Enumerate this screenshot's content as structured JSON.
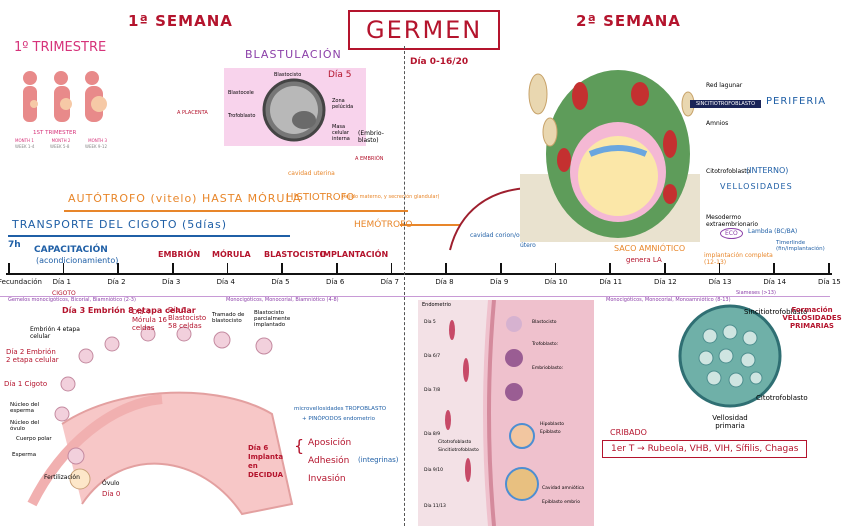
{
  "title": "GERMEN",
  "subtitle": "Día 0-16/20",
  "week1": "1ª SEMANA",
  "week2": "2ª SEMANA",
  "trimester": "1º TRIMESTRE",
  "trimester_card": {
    "title": "1ST TRIMESTER",
    "months": [
      "MONTH 1",
      "MONTH 2",
      "MONTH 3"
    ],
    "weeks": [
      "WEEK 1-4",
      "WEEK 5-8",
      "WEEK 9-12"
    ]
  },
  "blastulation": {
    "title": "BLASTULACIÓN",
    "day": "Día 5",
    "labels": [
      "Blastocisto",
      "Blastocele",
      "Trofoblasto",
      "Zona pelúcida",
      "Masa celular interna"
    ],
    "embrio": "(Embrio-blasto)",
    "to_placenta": "A PLACENTA",
    "to_embryo": "A EMBRIÓN"
  },
  "nutrition": {
    "autotrofo": "AUTÓTROFO (vitelo) HASTA MÓRULA",
    "histiotrofo": "HISTIOTROFO",
    "histiotrofo_note": "(tejido materno, y secreción glandular)",
    "cavidad": "cavidad uterina",
    "hemotrofo": "HEMÓTROFO"
  },
  "transport": {
    "label": "TRANSPORTE DEL CIGOTO (5días)"
  },
  "capacitation": {
    "hours": "7h",
    "label": "CAPACITACIÓN",
    "sub": "(acondicionamiento)"
  },
  "stages": {
    "embrion": "EMBRIÓN",
    "morula": "MÓRULA",
    "blastocisto": "BLASTOCISTO",
    "implantacion": "IMPLANTACIÓN"
  },
  "umbilical": {
    "label": "cavidad corion/o umbilical",
    "sub": "útero"
  },
  "saco": {
    "label": "SACO AMNIÓTICO",
    "genera": "genera LA",
    "implant": "implantación completa (12-13)"
  },
  "timeline": {
    "days": [
      "Fecundación",
      "Día 1",
      "Día 2",
      "Día 3",
      "Día 4",
      "Día 5",
      "Día 6",
      "Día 7",
      "Día 8",
      "Día 9",
      "Día 10",
      "Día 11",
      "Día 12",
      "Día 13",
      "Día 14",
      "Día 15"
    ],
    "cigoto": "CIGOTO",
    "week1_twins": "Gemelos monocigóticos, Bicorial, Biamniótico (2-3)",
    "week1_twins2": "Monocigóticos, Monocorial, Biamniótico (4-8)",
    "week2_twins": "Monocigóticos, Monocorial, Monoamniótico (8-13)",
    "siamese": "Siameses (>13)",
    "timerlinde": "Timerlinde (fin/implantación)",
    "lambda": "Lambda (BC/BA)",
    "eco": "ECO"
  },
  "embryo_diagram": {
    "labels": [
      "Día 3 Embrión 8 etapa celular",
      "Embrión 4 etapa celular",
      "Día 2 Embrión 2 etapa celular",
      "Día 1 Cigoto",
      "Núcleo del esperma",
      "Núcleo del óvulo",
      "Cuerpo polar",
      "Esperma",
      "Fertilización",
      "Óvulo",
      "Día 0",
      "Día 4 Mórula 16 celdas",
      "Día 5 Blastocisto 58 celdas",
      "Tramado de blastocisto",
      "Blastocisto parcialmente implantado",
      "Día 6 Implanta en DECIDUA"
    ]
  },
  "implant_steps": {
    "note1": "microvellosidades TROFOBLASTO",
    "note2": "+ PINÓPODOS endometrio",
    "steps": [
      "Aposición",
      "Adhesión",
      "(integrinas)",
      "Invasión"
    ]
  },
  "periphery": {
    "labels": [
      "Red lagunar",
      "SINCITIOTROFOBLASTO",
      "Amnios",
      "Citotrofoblasto",
      "(INTERNO)",
      "Mesodermo extraembrionario"
    ],
    "periferia": "PERIFERIA",
    "vellosidades": "VELLOSIDADES"
  },
  "endometrium": {
    "title": "Endometrio",
    "days": [
      "Día 5",
      "Día 6/7",
      "Día 7/8",
      "Día 8/9",
      "Día 9/10",
      "Día 11/13"
    ],
    "labels": [
      "Blastocisto",
      "Trofoblasto:",
      "Embrioblasto:",
      "Hipoblasto",
      "Epiblasto",
      "Citotrofoblasto",
      "Sincitiotrofoblasto",
      "Cavidad amniótica",
      "Epiblasto embrio"
    ]
  },
  "villi": {
    "labels": [
      "Sincitiotrofoblasto",
      "Citotrofoblasto",
      "Vellosidad primaria"
    ],
    "formation": "Formación VELLOSIDADES PRIMARIAS"
  },
  "screening": {
    "title": "CRIBADO",
    "text": "1er T → Rubeola, VHB, VIH, Sífilis, Chagas"
  },
  "colors": {
    "red": "#b4142d",
    "blue": "#1f5fa6",
    "orange": "#e8862a",
    "purple": "#8b3fa8",
    "pink": "#f4b8d4",
    "green": "#5e9c5a"
  }
}
